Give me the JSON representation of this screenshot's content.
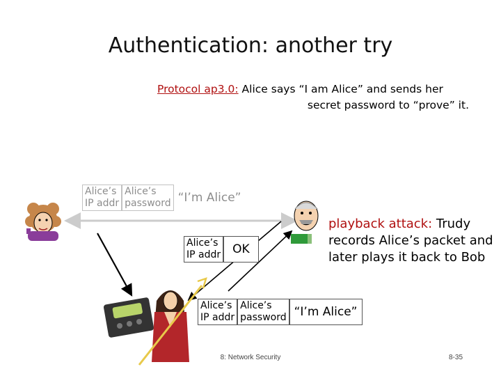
{
  "slide": {
    "title": "Authentication: another try",
    "protocol_label": "Protocol ap3.0:",
    "protocol_text_1": " Alice says “I am Alice” and sends her",
    "protocol_text_2": "secret password to “prove” it.",
    "attack_label": "playback attack:",
    "attack_text": " Trudy records Alice’s packet and later plays it back to Bob",
    "footer": "8: Network Security",
    "page_number": "8-35"
  },
  "packets": {
    "alice_packet": {
      "ip_addr": [
        "Alice’s",
        "IP addr"
      ],
      "password": [
        "Alice’s",
        "password"
      ],
      "message": "“I’m Alice”"
    },
    "bob_reply": {
      "ip_addr": [
        "Alice’s",
        "IP addr"
      ],
      "message": "OK"
    },
    "trudy_replay": {
      "ip_addr": [
        "Alice’s",
        "IP addr"
      ],
      "password": [
        "Alice’s",
        "password"
      ],
      "message": "“I’m Alice”"
    }
  },
  "colors": {
    "label_red": "#b01010",
    "arrow_gray": "#cccccc",
    "arrow_black": "#000000",
    "trudy_dress": "#b3262a"
  },
  "icons": [
    "alice-icon",
    "bob-icon",
    "trudy-icon",
    "recorder-icon"
  ]
}
